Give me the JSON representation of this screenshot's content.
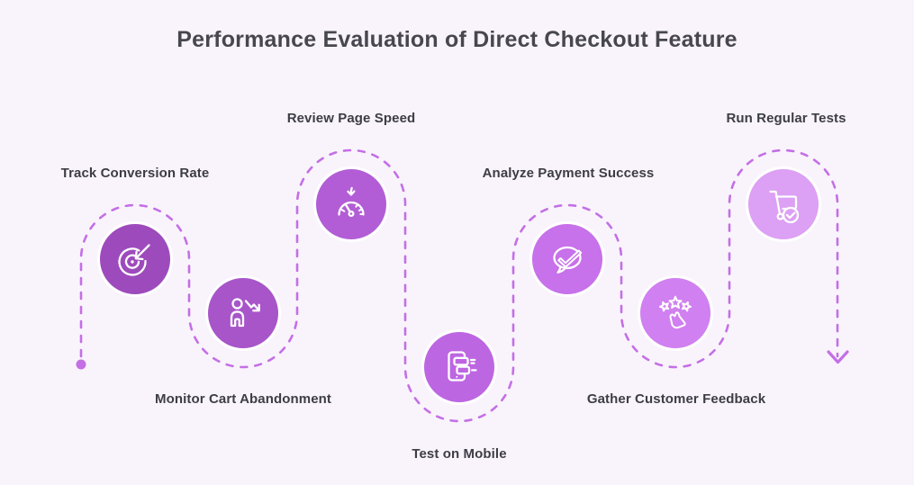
{
  "title": {
    "text": "Performance Evaluation of Direct Checkout Feature"
  },
  "steps": [
    {
      "label": "Track Conversion Rate",
      "icon": "target-arrow-icon",
      "circle_color": "#9d4bbc",
      "label_position": "top"
    },
    {
      "label": "Monitor Cart Abandonment",
      "icon": "person-decline-icon",
      "circle_color": "#a855c9",
      "label_position": "bottom"
    },
    {
      "label": "Review Page Speed",
      "icon": "speedometer-icon",
      "circle_color": "#b25dd6",
      "label_position": "top"
    },
    {
      "label": "Test on Mobile",
      "icon": "mobile-checklist-icon",
      "circle_color": "#bd66e2",
      "label_position": "bottom"
    },
    {
      "label": "Analyze Payment Success",
      "icon": "chat-check-icon",
      "circle_color": "#c771ea",
      "label_position": "top"
    },
    {
      "label": "Gather Customer Feedback",
      "icon": "rating-stars-icon",
      "circle_color": "#d080f0",
      "label_position": "bottom"
    },
    {
      "label": "Run Regular Tests",
      "icon": "cart-check-icon",
      "circle_color": "#dca0f4",
      "label_position": "top"
    }
  ],
  "path": {
    "color": "#c46fe6",
    "start_marker": "dot",
    "end_marker": "arrow-down"
  },
  "colors": {
    "background": "#f9f4fb",
    "title_text": "#48474f",
    "label_text": "#3e3d45",
    "icon_stroke": "#ffffff",
    "circle_border": "#ffffff"
  }
}
